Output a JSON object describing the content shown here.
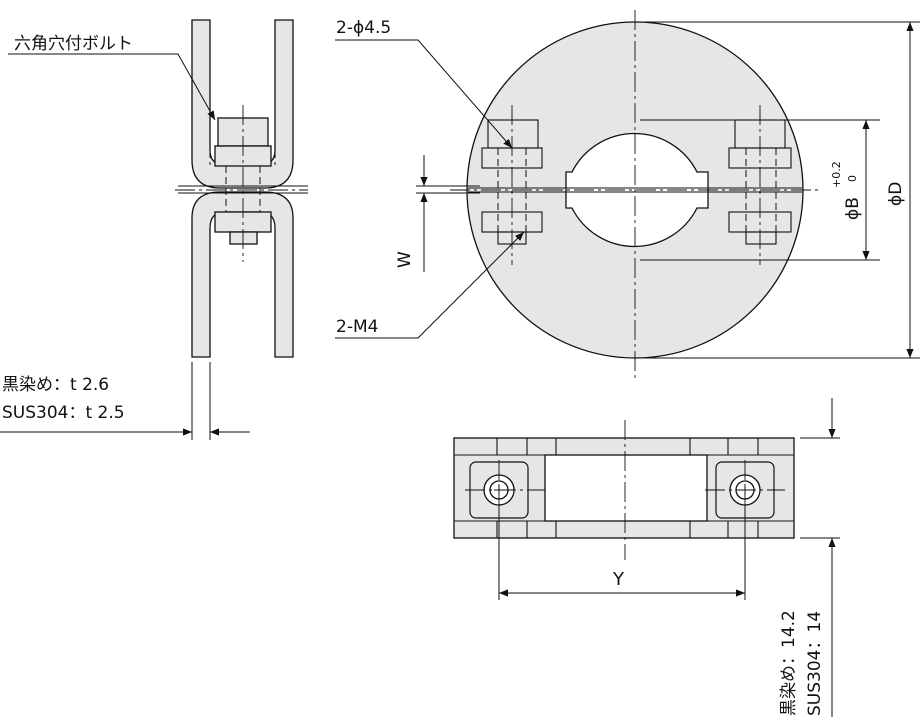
{
  "labels": {
    "hex_bolt": "六角穴付ボルト",
    "hole_spec": "2-ϕ4.5",
    "thread_spec": "2-M4",
    "dim_w": "W",
    "dim_y": "Y",
    "dim_b_prefix": "ϕB",
    "tol_plus": "+0.2",
    "tol_zero": "0",
    "dim_d": "ϕD",
    "thickness_black": "黒染め：t 2.6",
    "thickness_sus": "SUS304：t 2.5",
    "height_black": "黒染め：14.2",
    "height_sus": "SUS304：14"
  },
  "colors": {
    "line": "#111111",
    "fill": "#e6e6e6",
    "hole": "#ffffff"
  }
}
